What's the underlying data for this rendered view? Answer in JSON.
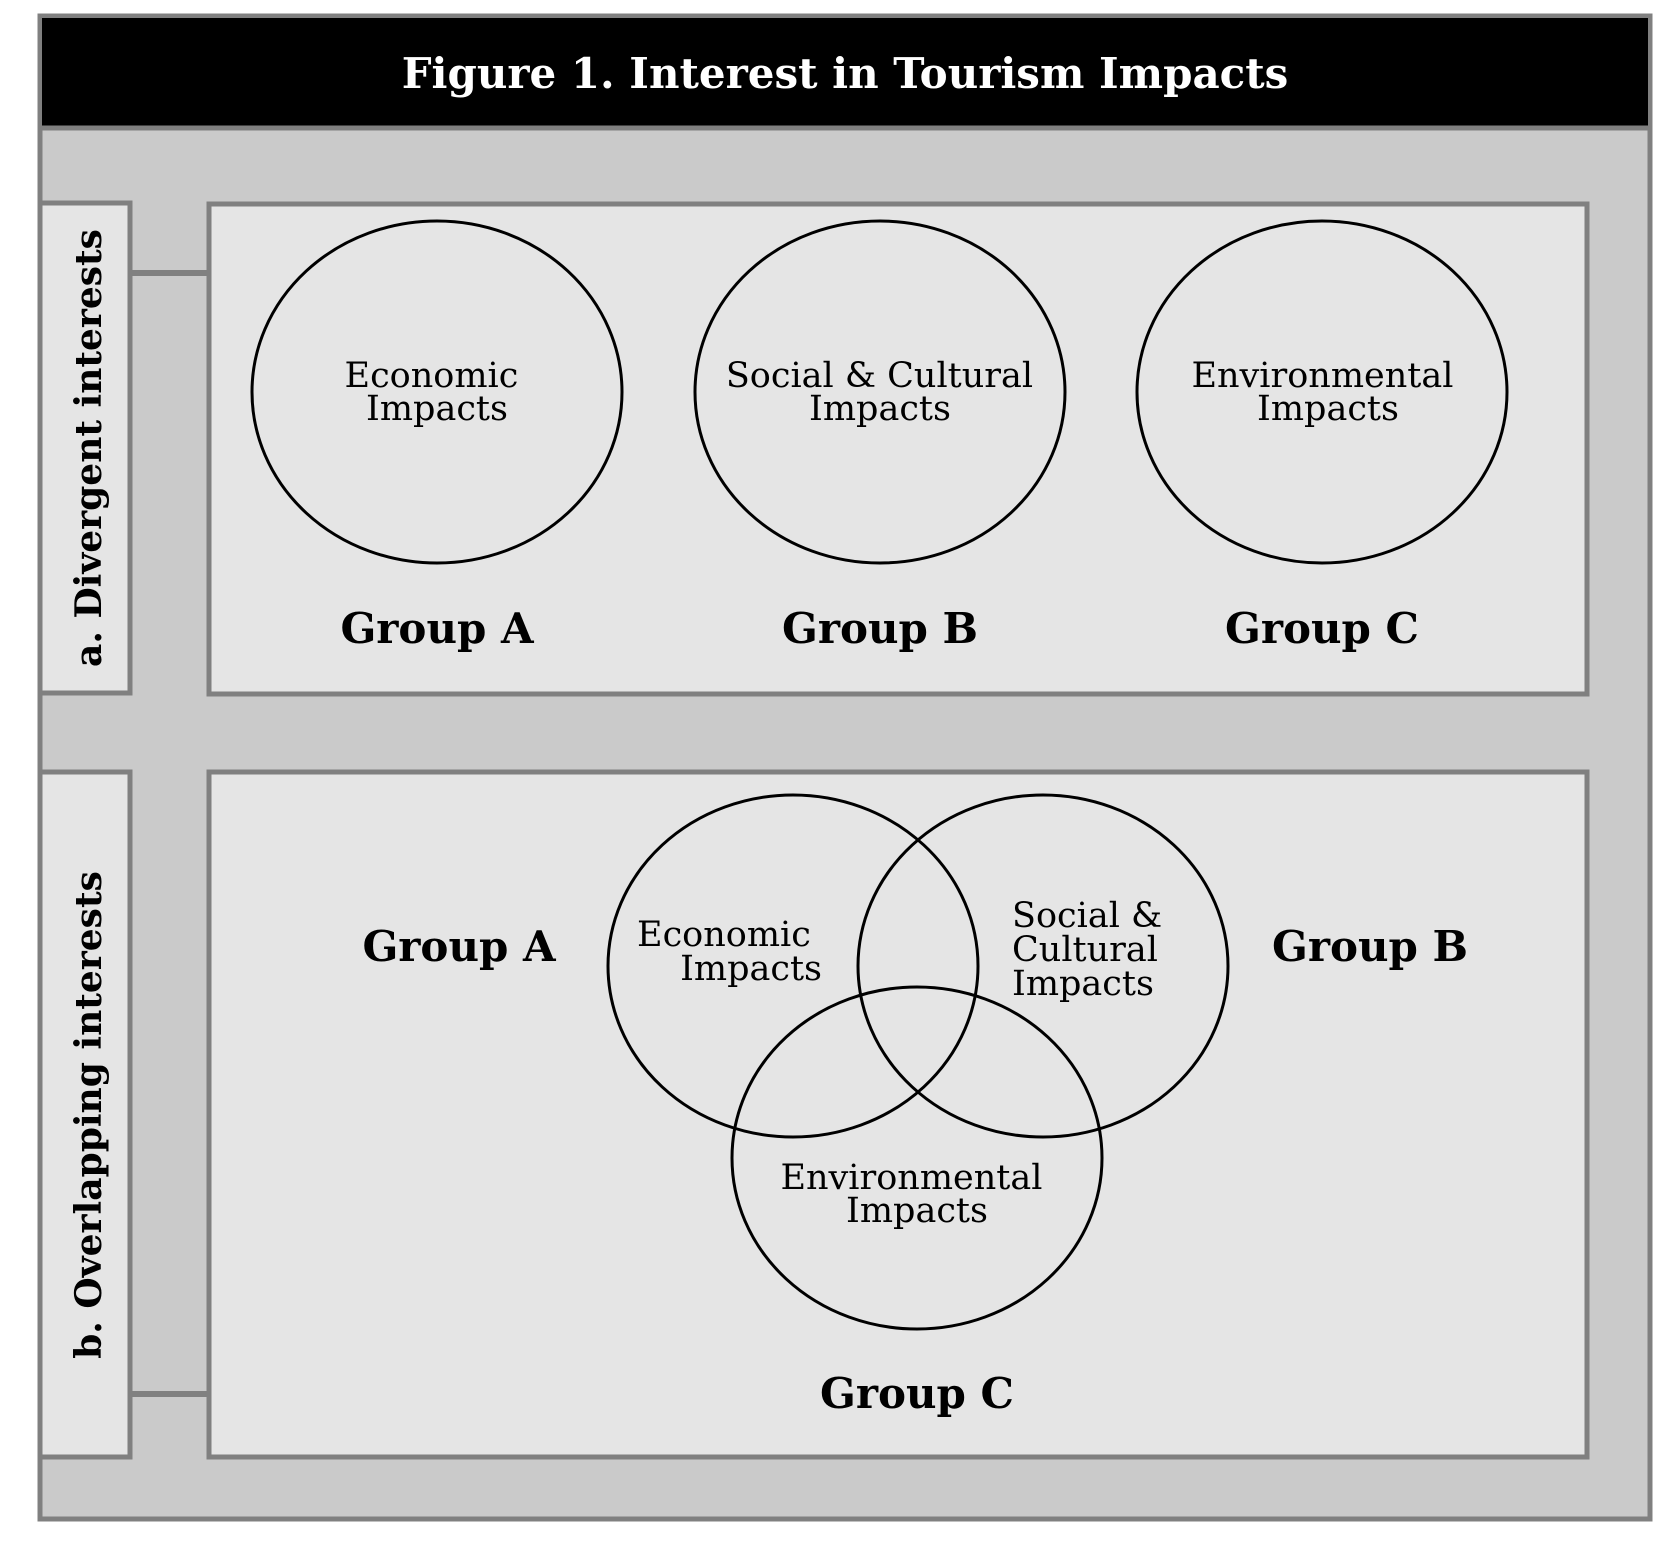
{
  "title": "Figure 1. Interest in Tourism Impacts",
  "panel_a": {
    "label": "a. Divergent interests",
    "circles": [
      {
        "lines": [
          "Economic",
          "Impacts"
        ],
        "group": "Group A"
      },
      {
        "lines": [
          "Social & Cultural",
          "Impacts"
        ],
        "group": "Group B"
      },
      {
        "lines": [
          "Environmental",
          "Impacts"
        ],
        "group": "Group C"
      }
    ]
  },
  "panel_b": {
    "label": "b. Overlapping interests",
    "circles": [
      {
        "lines": [
          "Economic",
          "Impacts"
        ],
        "group": "Group A"
      },
      {
        "lines": [
          "Social &",
          "Cultural",
          "Impacts"
        ],
        "group": "Group B"
      },
      {
        "lines": [
          "Environmental",
          "Impacts"
        ],
        "group": "Group C"
      }
    ]
  },
  "colors": {
    "outer_background": "#cacaca",
    "panel_background": "#e5e5e5",
    "border": "#808080",
    "title_bar": "#000000",
    "title_text": "#ffffff"
  }
}
